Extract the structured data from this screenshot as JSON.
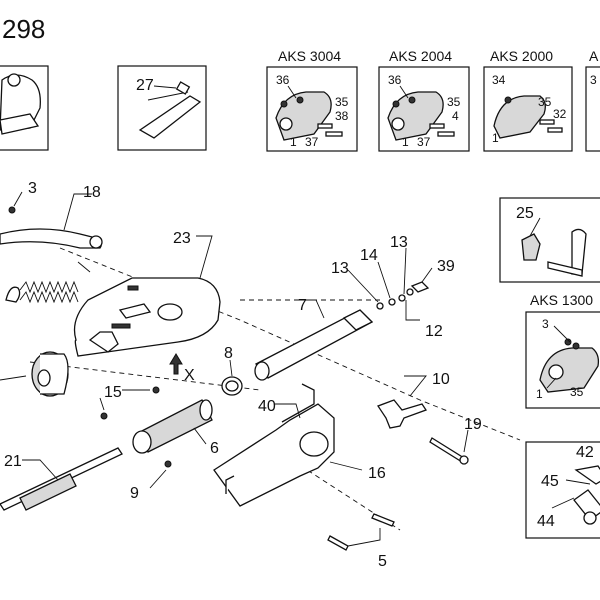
{
  "diagram": {
    "title": "298",
    "insets": {
      "aks3004": {
        "title": "AKS 3004",
        "labels": [
          "36",
          "35",
          "38",
          "1",
          "37"
        ]
      },
      "aks2004": {
        "title": "AKS 2004",
        "labels": [
          "36",
          "35",
          "4",
          "1",
          "37"
        ]
      },
      "aks2000": {
        "title": "AKS 2000",
        "labels": [
          "34",
          "35",
          "32",
          "1"
        ]
      },
      "aks1300": {
        "title": "AKS 1300",
        "labels": [
          "3",
          "1",
          "35"
        ]
      },
      "detail27": {
        "labels": [
          "27"
        ]
      },
      "detail25": {
        "labels": [
          "25"
        ]
      },
      "detail42": {
        "labels": [
          "42",
          "45",
          "44"
        ]
      }
    },
    "part_labels": {
      "p3": "3",
      "p18": "18",
      "p23": "23",
      "p7": "7",
      "p13a": "13",
      "p14": "14",
      "p13b": "13",
      "p39": "39",
      "p12": "12",
      "p8": "8",
      "x": "X",
      "p15": "15",
      "p10": "10",
      "p40": "40",
      "p6": "6",
      "p19": "19",
      "p21": "21",
      "p9": "9",
      "p16": "16",
      "p5": "5"
    }
  }
}
